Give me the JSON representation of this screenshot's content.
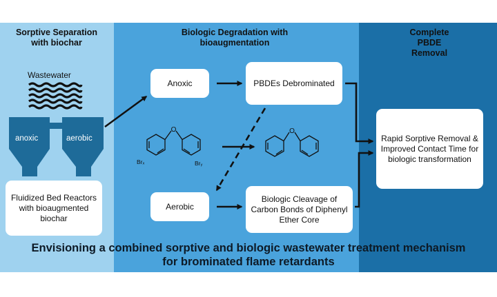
{
  "sections": {
    "sorptive": "Sorptive Separation with biochar",
    "biologic": "Biologic Degradation with bioaugmentation",
    "complete": "Complete PBDE Removal"
  },
  "wastewater_label": "Wastewater",
  "reactors": {
    "anoxic": "anoxic",
    "aerobic": "aerobic"
  },
  "boxes": {
    "fluidized": "Fluidized Bed Reactors with bioaugmented biochar",
    "anoxic": "Anoxic",
    "aerobic": "Aerobic",
    "pbdes": "PBDEs Debrominated",
    "cleavage": "Biologic Cleavage of Carbon Bonds of Diphenyl Ether Core",
    "outcome": "Rapid Sorptive Removal & Improved Contact Time for biologic transformation"
  },
  "molecule_labels": {
    "oxygen": "O",
    "br_left": "Brₓ",
    "br_right": "Brᵧ"
  },
  "banner": {
    "line1": "Envisioning a combined sorptive and biologic wastewater treatment mechanism",
    "line2": "for brominated flame retardants"
  },
  "colors": {
    "left_panel": "#9fd2ef",
    "middle_panel": "#4aa3dc",
    "right_panel": "#1b6fa7",
    "reactor": "#1e6b99"
  }
}
